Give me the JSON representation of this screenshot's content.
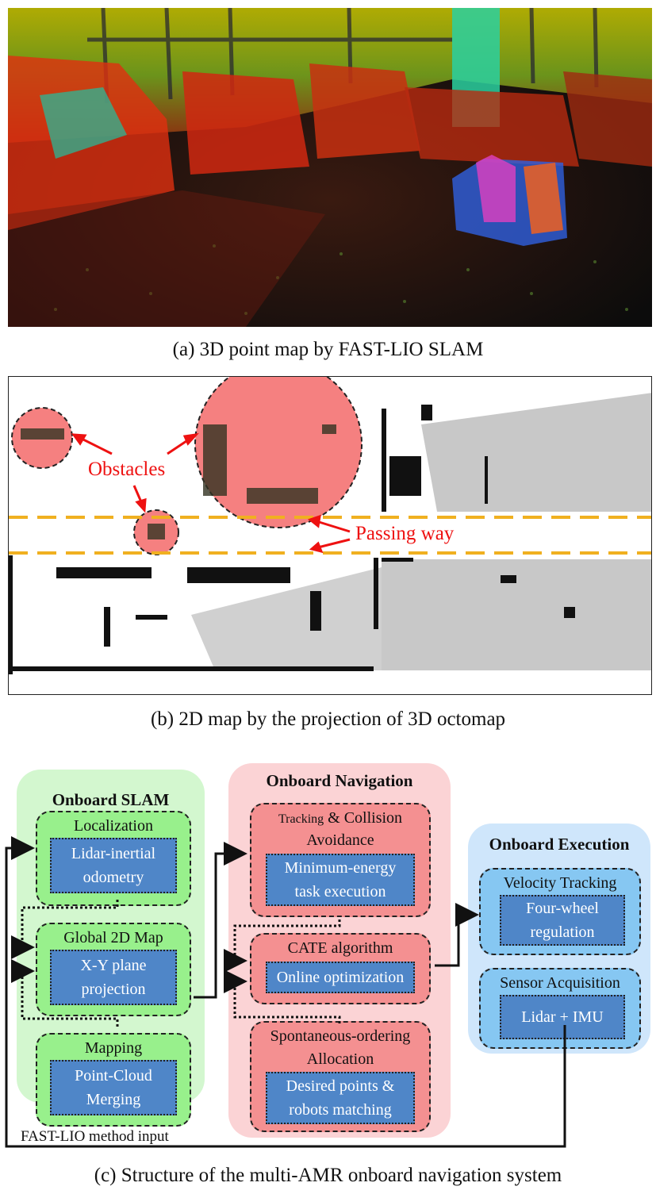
{
  "captions": {
    "a": "(a) 3D point map by FAST-LIO SLAM",
    "b": "(b) 2D map by the projection of 3D octomap",
    "c": "(c) Structure of the multi-AMR onboard navigation system"
  },
  "panel_b": {
    "obstacles_label": "Obstacles",
    "passing_label": "Passing way"
  },
  "diagram": {
    "slam": {
      "title": "Onboard SLAM",
      "localization": {
        "title": "Localization",
        "box": [
          "Lidar-inertial",
          "odometry"
        ]
      },
      "global_map": {
        "title": "Global 2D Map",
        "box": [
          "X-Y plane",
          "projection"
        ]
      },
      "mapping": {
        "title": "Mapping",
        "box": [
          "Point-Cloud",
          "Merging"
        ]
      }
    },
    "nav": {
      "title": "Onboard Navigation",
      "tracking": {
        "title_small": "Tracking",
        "title_rest": "& Collision",
        "title_line2": "Avoidance",
        "box": [
          "Minimum-energy",
          "task execution"
        ]
      },
      "cate": {
        "title": "CATE algorithm",
        "box": [
          "Online optimization"
        ]
      },
      "allocation": {
        "title": [
          "Spontaneous-ordering",
          "Allocation"
        ],
        "box": [
          "Desired points &",
          "robots matching"
        ]
      }
    },
    "exec": {
      "title": "Onboard Execution",
      "velocity": {
        "title": "Velocity Tracking",
        "box": [
          "Four-wheel",
          "regulation"
        ]
      },
      "sensor": {
        "title": "Sensor Acquisition",
        "box": [
          "Lidar + IMU"
        ]
      }
    },
    "input_label": "FAST-LIO method input"
  },
  "colors": {
    "slam_bg": "#d3f7cf",
    "slam_sub": "#98f08c",
    "nav_bg": "#fbd3d5",
    "nav_sub": "#f49091",
    "exec_bg": "#cfe6fb",
    "exec_sub": "#86c7f2",
    "blue_box": "#4f86c8",
    "obstacle": "#f58080",
    "passing_line": "#f0b020",
    "annotation": "#ee1111"
  }
}
